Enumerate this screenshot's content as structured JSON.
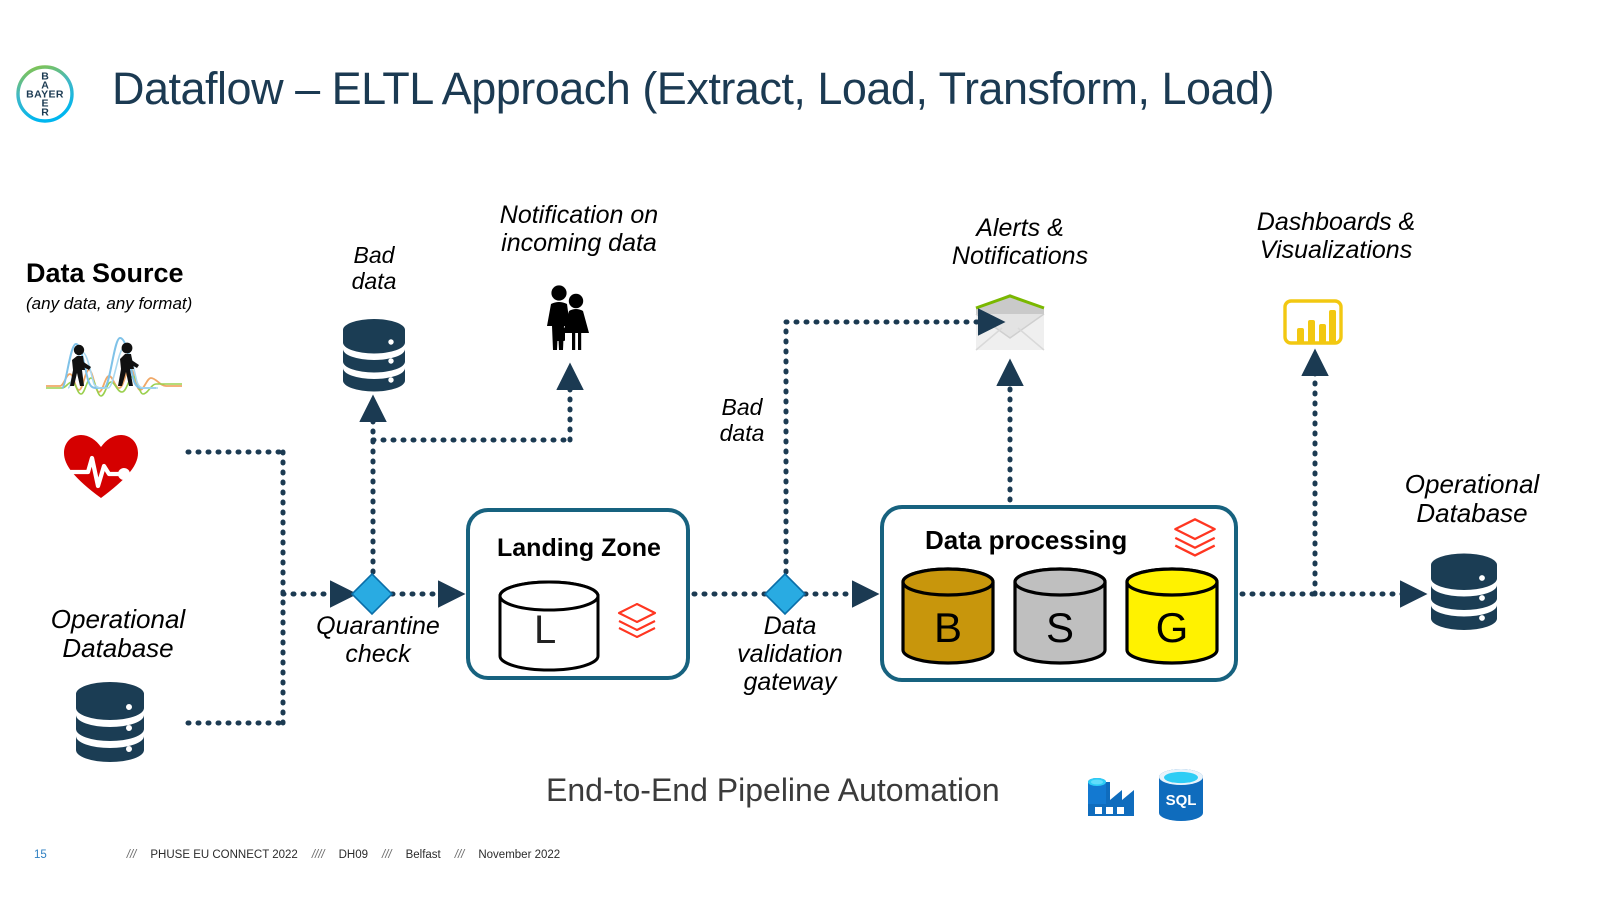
{
  "brand": {
    "logo_name": "bayer-logo",
    "logo_text_h": "BAYER",
    "logo_text_v": "BAYER",
    "ring_green": "#89c540",
    "ring_blue": "#00b6ef"
  },
  "title": "Dataflow – ELTL Approach (Extract, Load, Transform, Load)",
  "title_color": "#1b3a52",
  "diagram": {
    "data_source": {
      "heading": "Data Source",
      "subheading": "(any data, any format)",
      "icons": [
        "walking-figures-waveform-icon",
        "heart-ecg-icon"
      ]
    },
    "operational_database_left": "Operational\nDatabase",
    "operational_database_right": "Operational\nDatabase",
    "bad_data_1": "Bad\ndata",
    "bad_data_2": "Bad\ndata",
    "notification_incoming": "Notification on\nincoming data",
    "alerts_notifications": "Alerts &\nNotifications",
    "dashboards_visualizations": "Dashboards &\nVisualizations",
    "quarantine_check": "Quarantine\ncheck",
    "data_validation_gateway": "Data\nvalidation\ngateway",
    "landing_zone": {
      "title": "Landing Zone",
      "cylinder_label": "L",
      "logo": "databricks-logo"
    },
    "data_processing": {
      "title": "Data processing",
      "logo": "databricks-logo",
      "cylinders": [
        {
          "label": "B",
          "name": "bronze-cylinder",
          "color": "#c8960c"
        },
        {
          "label": "S",
          "name": "silver-cylinder",
          "color": "#bfbfbf"
        },
        {
          "label": "G",
          "name": "gold-cylinder",
          "color": "#fff200"
        }
      ]
    },
    "caption": "End-to-End Pipeline Automation",
    "caption_icons": [
      {
        "name": "azure-data-factory-icon",
        "label": ""
      },
      {
        "name": "azure-sql-database-icon",
        "label": "SQL"
      }
    ]
  },
  "colors": {
    "decision_diamond": "#29abe2",
    "box_border": "#17627f",
    "arrow": "#1b3a52",
    "database_navy": "#1b3d54",
    "databricks_red": "#ff3621",
    "powerbi_yellow": "#f2c811",
    "azure_blue": "#0f6cbd",
    "heart_red": "#d50000"
  },
  "footer": {
    "page_number": "15",
    "sep_1": "///",
    "event": "PHUSE EU CONNECT 2022",
    "sep_2": "////",
    "code": "DH09",
    "sep_3": "///",
    "city": "Belfast",
    "sep_4": "///",
    "date": "November 2022"
  }
}
